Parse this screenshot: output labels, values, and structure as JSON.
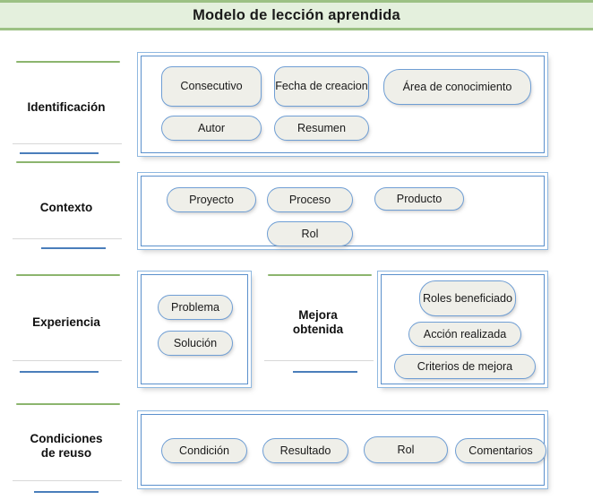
{
  "header": {
    "title": "Modelo de lección aprendida"
  },
  "colors": {
    "banner_bg": "#e4f0dd",
    "banner_border": "#9cc184",
    "rule_green": "#8cb56e",
    "rule_blue": "#4a7ebb",
    "panel_border_outer": "#8fb8e0",
    "panel_border_inner": "#5b90cc",
    "pill_fill": "#efefe9",
    "pill_border": "#6f9ed4"
  },
  "sections": [
    {
      "key": "identificacion",
      "label": "Identificación",
      "items": [
        "Consecutivo",
        "Fecha de creacion",
        "Área de conocimiento",
        "Autor",
        "Resumen"
      ]
    },
    {
      "key": "contexto",
      "label": "Contexto",
      "items": [
        "Proyecto",
        "Proceso",
        "Producto",
        "Rol"
      ]
    },
    {
      "key": "experiencia",
      "label": "Experiencia",
      "label2": "Mejora obtenida",
      "items": [
        "Problema",
        "Solución"
      ],
      "items2": [
        "Roles beneficiado",
        "Acción realizada",
        "Criterios de mejora"
      ]
    },
    {
      "key": "condiciones",
      "label": "Condiciones de reuso",
      "label_line1": "Condiciones",
      "label_line2": "de reuso",
      "items": [
        "Condición",
        "Resultado",
        "Rol",
        "Comentarios"
      ]
    }
  ]
}
